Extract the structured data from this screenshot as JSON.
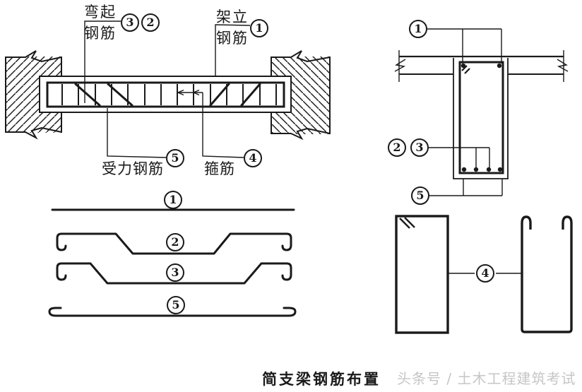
{
  "figure": {
    "caption": "简支梁钢筋布置",
    "watermark": "头条号 / 土木工程建筑考试",
    "ink_color": "#1a1a1a",
    "watermark_color": "#c6c6c6"
  },
  "elevation": {
    "bent_bar_label": "弯起钢筋",
    "erection_bar_label": "架立钢筋",
    "main_bar_label": "受力钢筋",
    "stirrup_label": "箍筋",
    "callouts": {
      "bent_bar_no3": "3",
      "bent_bar_no2": "2",
      "erection_bar": "1",
      "main_bar": "5",
      "stirrup": "4"
    }
  },
  "cross_section": {
    "callouts": {
      "top_bars": "1",
      "bent_no2": "2",
      "bent_no3": "3",
      "bottom_bars": "5"
    }
  },
  "bar_shapes": {
    "callouts": {
      "straight_bar": "1",
      "bent_bar_upper": "2",
      "bent_bar_lower": "3",
      "hooked_main_bar": "5"
    }
  },
  "stirrup_detail": {
    "callouts": {
      "stirrup": "4"
    }
  }
}
